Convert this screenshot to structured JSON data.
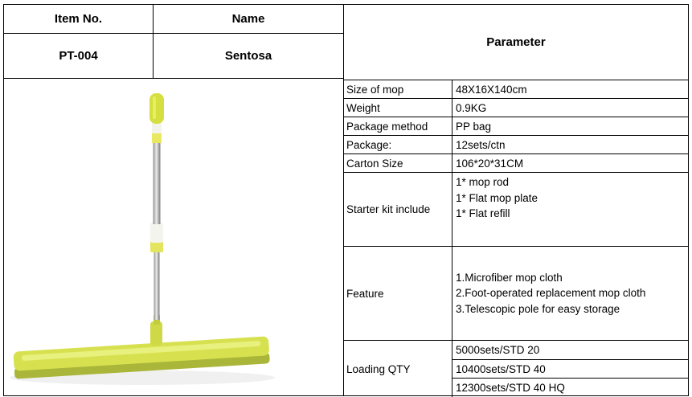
{
  "id_table": {
    "item_no_label": "Item No.",
    "name_label": "Name",
    "item_no_value": "PT-004",
    "name_value": "Sentosa"
  },
  "parameter": {
    "header": "Parameter",
    "rows": [
      {
        "label": "Size of mop",
        "value": "48X16X140cm"
      },
      {
        "label": "Weight",
        "value": "0.9KG"
      },
      {
        "label": "Package method",
        "value": "PP bag"
      },
      {
        "label": "Package:",
        "value": "12sets/ctn"
      },
      {
        "label": "Carton Size",
        "value": "106*20*31CM"
      }
    ],
    "starter_kit": {
      "label": "Starter kit include",
      "lines": [
        "1* mop rod",
        "1* Flat mop plate",
        "1* Flat refill"
      ]
    },
    "feature": {
      "label": "Feature",
      "lines": [
        "1.Microfiber mop cloth",
        "2.Foot-operated replacement mop cloth",
        "3.Telescopic pole for easy storage"
      ]
    },
    "loading_qty": {
      "label": "Loading QTY",
      "values": [
        "5000sets/STD 20",
        "10400sets/STD 40",
        "12300sets/STD 40 HQ"
      ]
    }
  },
  "image": {
    "description": "Flat microfiber mop with telescopic pole",
    "accent_color": "#d5df3f"
  }
}
